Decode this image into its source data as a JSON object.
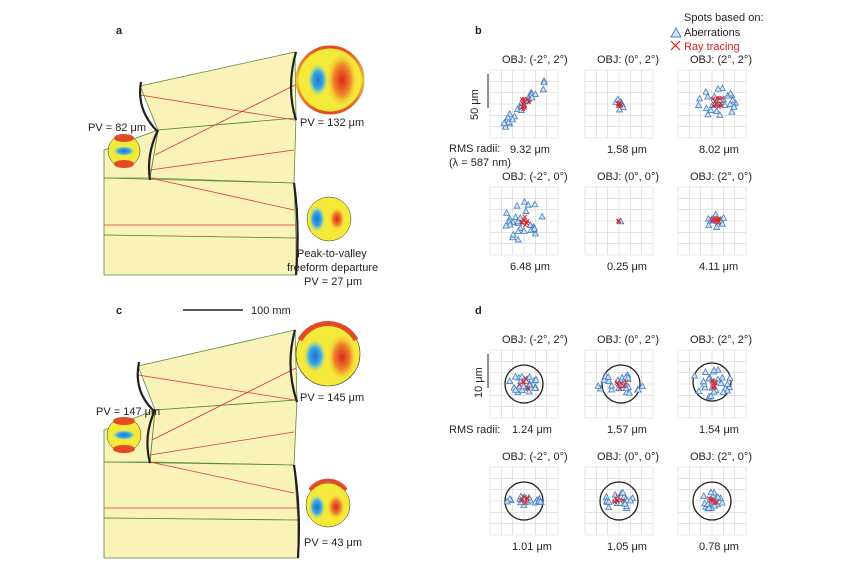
{
  "colors": {
    "beam": "#f7eea1",
    "beam_edge": "#5a8a3a",
    "ray": "#e03a2a",
    "triangle_marker": "#4a7fc1",
    "cross_marker": "#e02020",
    "map_high": "#d7261e",
    "map_mid": "#f5e93a",
    "map_low": "#2a7fd6"
  },
  "legend": {
    "title": "Spots based on:",
    "aberrations": "Aberrations",
    "ray_tracing": "Ray tracing",
    "aberrations_icon": "triangle-icon",
    "ray_tracing_icon": "cross-icon"
  },
  "panel_a": {
    "label": "a",
    "pv_small": "PV = 82 μm",
    "pv_primary": "PV = 132 μm",
    "pv_tertiary_line1": "Peak-to-valley",
    "pv_tertiary_line2": "freeform departure",
    "pv_tertiary_line3": "PV = 27 μm"
  },
  "panel_c": {
    "label": "c",
    "scalebar": "100 mm",
    "pv_small": "PV = 147 μm",
    "pv_primary": "PV = 145 μm",
    "pv_tertiary": "PV = 43 μm"
  },
  "panel_b": {
    "label": "b",
    "scale": "50 μm",
    "rms_label_line1": "RMS radii:",
    "rms_label_line2": "(λ = 587 nm)",
    "fields": [
      "OBJ: (-2°, 2°)",
      "OBJ: (0°, 2°)",
      "OBJ: (2°, 2°)",
      "OBJ: (-2°, 0°)",
      "OBJ: (0°, 0°)",
      "OBJ: (2°, 0°)"
    ],
    "rms": [
      "9.32 μm",
      "1.58 μm",
      "8.02 μm",
      "6.48 μm",
      "0.25 μm",
      "4.11 μm"
    ]
  },
  "panel_d": {
    "label": "d",
    "scale": "10 μm",
    "rms_label": "RMS radii:",
    "fields": [
      "OBJ: (-2°, 2°)",
      "OBJ: (0°, 2°)",
      "OBJ: (2°, 2°)",
      "OBJ: (-2°, 0°)",
      "OBJ: (0°, 0°)",
      "OBJ: (2°, 0°)"
    ],
    "rms": [
      "1.24 μm",
      "1.57 μm",
      "1.54 μm",
      "1.01 μm",
      "1.05 μm",
      "0.78 μm"
    ]
  }
}
